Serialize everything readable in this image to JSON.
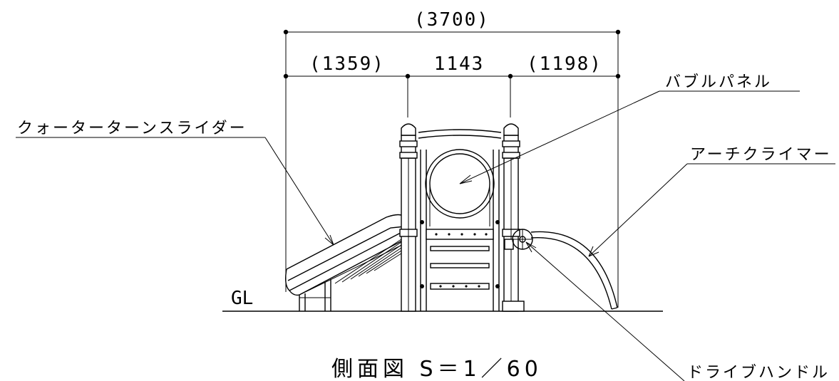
{
  "dimensions": {
    "overall": "(3700)",
    "left": "(1359)",
    "middle": "1143",
    "right": "(1198)"
  },
  "labels": {
    "slider": "クォーターターンスライダー",
    "bubble_panel": "バブルパネル",
    "arch_climber": "アーチクライマー",
    "drive_handle": "ドライブハンドル",
    "ground": "GL"
  },
  "title": "側面図 S＝1／60"
}
